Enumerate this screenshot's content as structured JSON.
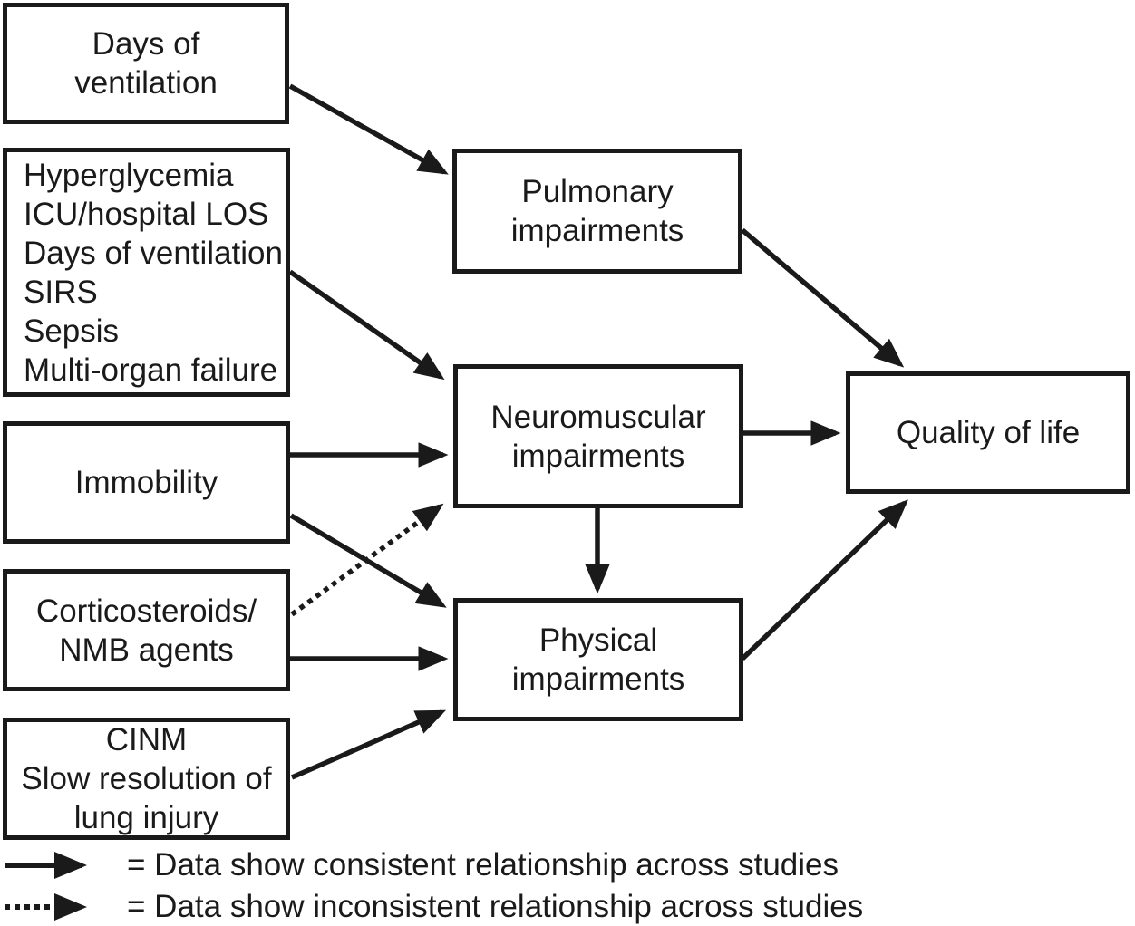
{
  "diagram": {
    "background": "#ffffff",
    "ink": "#1a1a1a",
    "boxes": [
      {
        "id": "days",
        "lines": [
          "Days of",
          "ventilation"
        ]
      },
      {
        "id": "risk-factors",
        "lines": [
          "Hyperglycemia",
          "ICU/hospital LOS",
          "Days of ventilation",
          "SIRS",
          "Sepsis",
          "Multi-organ failure"
        ]
      },
      {
        "id": "immobility",
        "lines": [
          "Immobility"
        ]
      },
      {
        "id": "corticosteroids",
        "lines": [
          "Corticosteroids/",
          "NMB agents"
        ]
      },
      {
        "id": "cinm",
        "lines": [
          "CINM",
          "Slow resolution of",
          "lung injury"
        ]
      },
      {
        "id": "pulmonary",
        "lines": [
          "Pulmonary",
          "impairments"
        ]
      },
      {
        "id": "neuromuscular",
        "lines": [
          "Neuromuscular",
          "impairments"
        ]
      },
      {
        "id": "physical",
        "lines": [
          "Physical",
          "impairments"
        ]
      },
      {
        "id": "qol",
        "lines": [
          "Quality of life"
        ]
      }
    ],
    "edges": [
      {
        "from": "days",
        "to": "pulmonary",
        "style": "solid"
      },
      {
        "from": "risk-factors",
        "to": "neuromuscular",
        "style": "solid"
      },
      {
        "from": "immobility",
        "to": "neuromuscular",
        "style": "solid"
      },
      {
        "from": "immobility",
        "to": "physical",
        "style": "solid"
      },
      {
        "from": "corticosteroids",
        "to": "neuromuscular",
        "style": "dotted"
      },
      {
        "from": "corticosteroids",
        "to": "physical",
        "style": "solid"
      },
      {
        "from": "cinm",
        "to": "physical",
        "style": "solid"
      },
      {
        "from": "neuromuscular",
        "to": "physical",
        "style": "solid"
      },
      {
        "from": "neuromuscular",
        "to": "qol",
        "style": "solid"
      },
      {
        "from": "pulmonary",
        "to": "qol",
        "style": "solid"
      },
      {
        "from": "physical",
        "to": "qol",
        "style": "solid"
      }
    ],
    "legend": [
      {
        "style": "solid",
        "label": "= Data show consistent relationship across studies"
      },
      {
        "style": "dotted",
        "label": "= Data show inconsistent relationship across studies"
      }
    ]
  }
}
